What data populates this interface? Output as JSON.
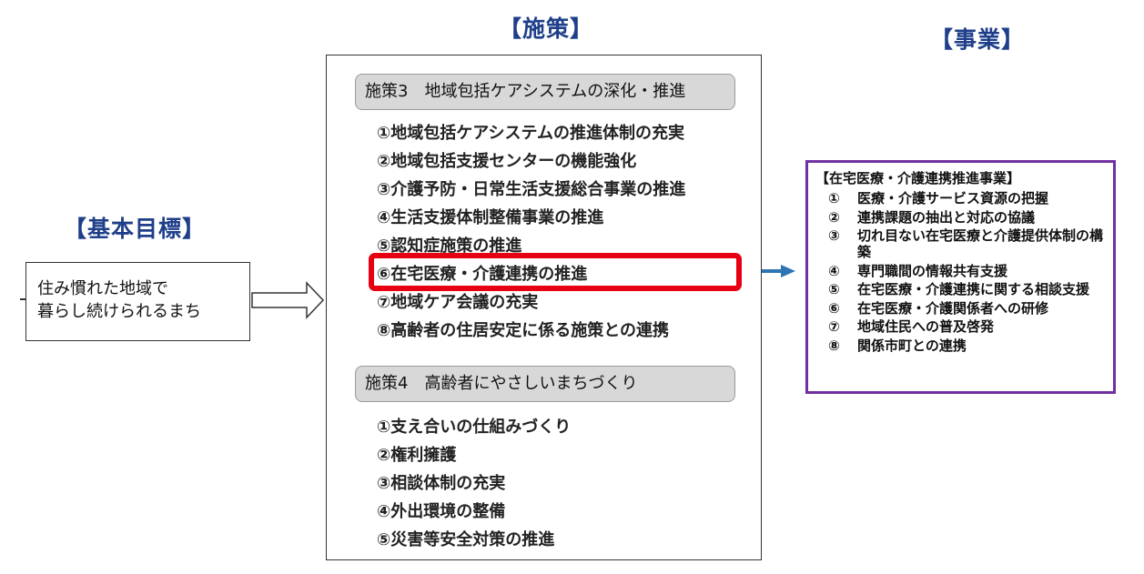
{
  "headings": {
    "goal": "【基本目標】",
    "policy": "【施策】",
    "project": "【事業】"
  },
  "goal": {
    "line1": "住み慣れた地域で",
    "line2": "暮らし続けられるまち"
  },
  "policy_groups": [
    {
      "title": "施策3　地域包括ケアシステムの深化・推進",
      "items": [
        "①地域包括ケアシステムの推進体制の充実",
        "②地域包括支援センターの機能強化",
        "③介護予防・日常生活支援総合事業の推進",
        "④生活支援体制整備事業の推進",
        "⑤認知症施策の推進",
        "⑥在宅医療・介護連携の推進",
        "⑦地域ケア会議の充実",
        "⑧高齢者の住居安定に係る施策との連携"
      ]
    },
    {
      "title": "施策4　高齢者にやさしいまちづくり",
      "items": [
        "①支え合いの仕組みづくり",
        "②権利擁護",
        "③相談体制の充実",
        "④外出環境の整備",
        "⑤災害等安全対策の推進"
      ]
    }
  ],
  "project": {
    "title": "【在宅医療・介護連携推進事業】",
    "items": [
      {
        "num": "①",
        "text": "医療・介護サービス資源の把握"
      },
      {
        "num": "②",
        "text": "連携課題の抽出と対応の協議"
      },
      {
        "num": "③",
        "text": "切れ目ない在宅医療と介護提供体制の構築"
      },
      {
        "num": "④",
        "text": "専門職間の情報共有支援"
      },
      {
        "num": "⑤",
        "text": "在宅医療・介護連携に関する相談支援"
      },
      {
        "num": "⑥",
        "text": "在宅医療・介護関係者への研修"
      },
      {
        "num": "⑦",
        "text": "地域住民への普及啓発"
      },
      {
        "num": "⑧",
        "text": "関係市町との連携"
      }
    ]
  },
  "colors": {
    "heading": "#1f3f8a",
    "highlight": "#e60012",
    "project_border": "#7030a0",
    "arrow": "#2e75b6"
  }
}
